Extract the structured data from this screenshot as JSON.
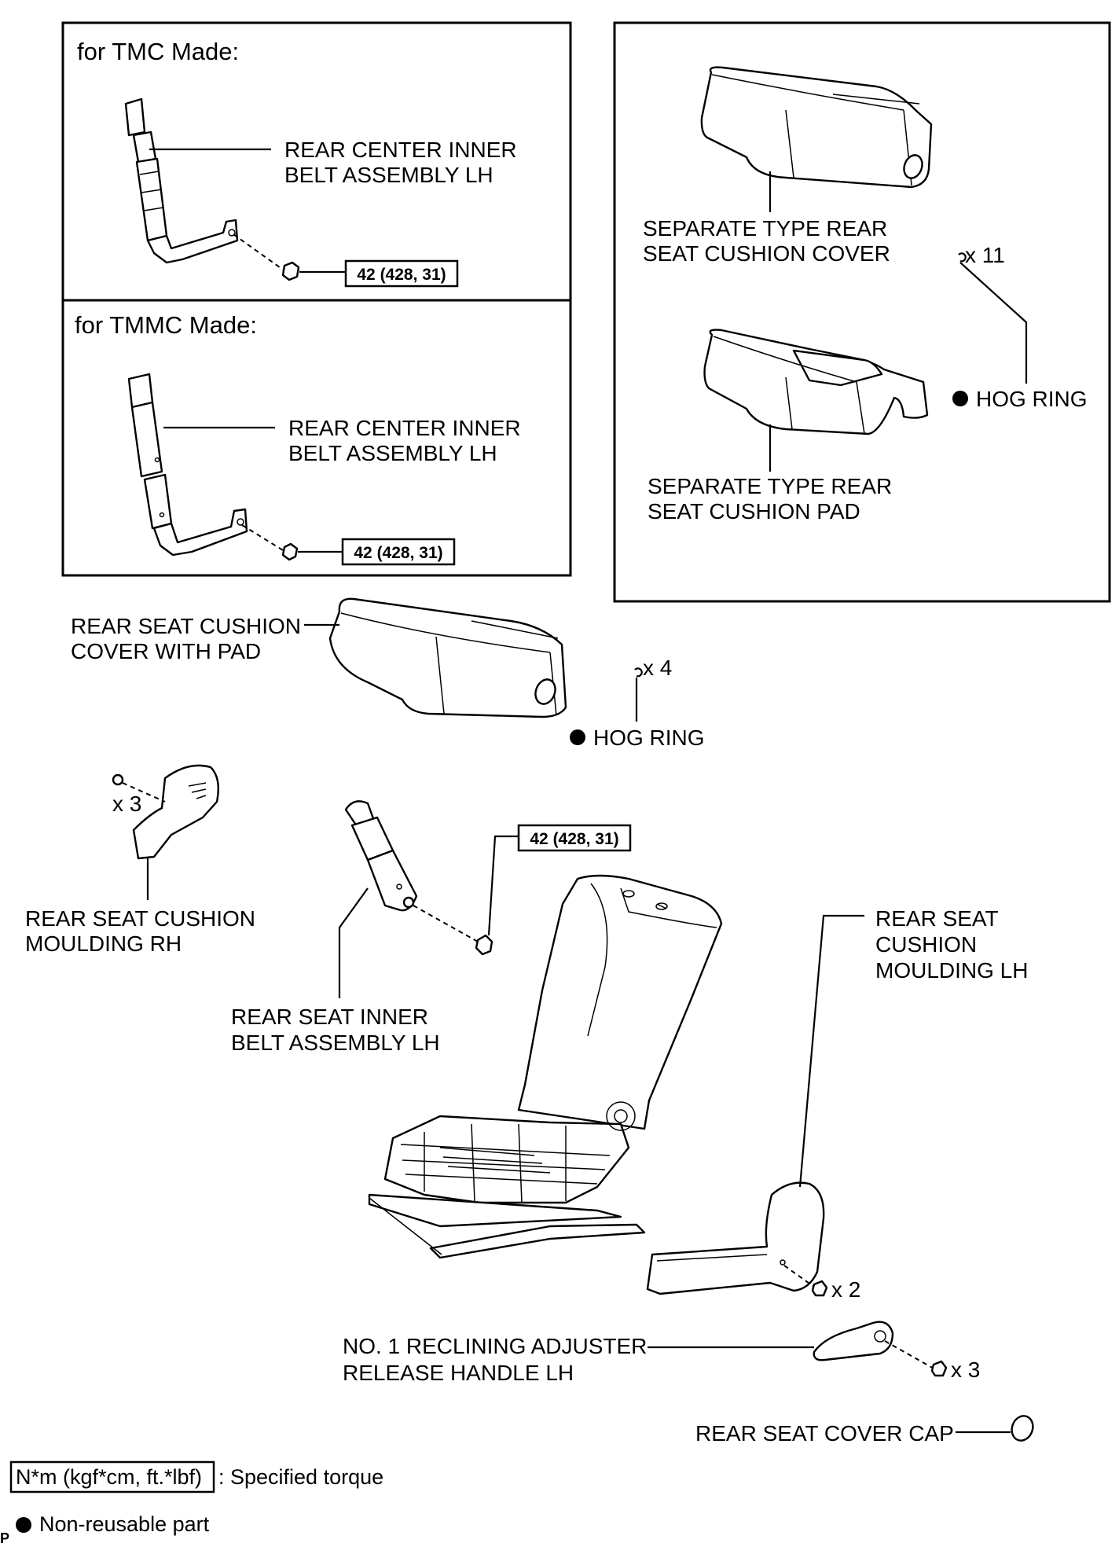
{
  "panels": {
    "tmc_title": "for TMC Made:",
    "tmmc_title": "for TMMC Made:"
  },
  "labels": {
    "tmc_belt_l1": "REAR CENTER INNER",
    "tmc_belt_l2": "BELT ASSEMBLY LH",
    "tmmc_belt_l1": "REAR CENTER INNER",
    "tmmc_belt_l2": "BELT ASSEMBLY LH",
    "sep_cover_l1": "SEPARATE TYPE REAR",
    "sep_cover_l2": "SEAT CUSHION COVER",
    "sep_pad_l1": "SEPARATE TYPE REAR",
    "sep_pad_l2": "SEAT CUSHION PAD",
    "hog_ring_top": "HOG RING",
    "hog_ring_top_qty": "x 11",
    "cushion_l1": "REAR SEAT CUSHION",
    "cushion_l2": "COVER WITH PAD",
    "hog_ring_mid": "HOG RING",
    "hog_ring_mid_qty": "x 4",
    "moulding_rh_l1": "REAR SEAT CUSHION",
    "moulding_rh_l2": "MOULDING RH",
    "moulding_rh_qty": "x 3",
    "inner_belt_l1": "REAR SEAT INNER",
    "inner_belt_l2": "BELT ASSEMBLY LH",
    "moulding_lh_l1": "REAR SEAT",
    "moulding_lh_l2": "CUSHION",
    "moulding_lh_l3": "MOULDING LH",
    "moulding_lh_qty": "x 2",
    "handle_l1": "NO. 1 RECLINING ADJUSTER",
    "handle_l2": "RELEASE HANDLE LH",
    "handle_qty": "x 3",
    "cover_cap": "REAR SEAT COVER CAP"
  },
  "torques": {
    "tmc": "42 (428, 31)",
    "tmmc": "42 (428, 31)",
    "inner_belt": "42 (428, 31)"
  },
  "legend": {
    "torque_unit": "N*m (kgf*cm, ft.*lbf)",
    "torque_desc": ": Specified torque",
    "nonreusable_desc": "Non-reusable part"
  },
  "corner_mark": "P",
  "colors": {
    "ink": "#000000",
    "paper": "#ffffff"
  }
}
